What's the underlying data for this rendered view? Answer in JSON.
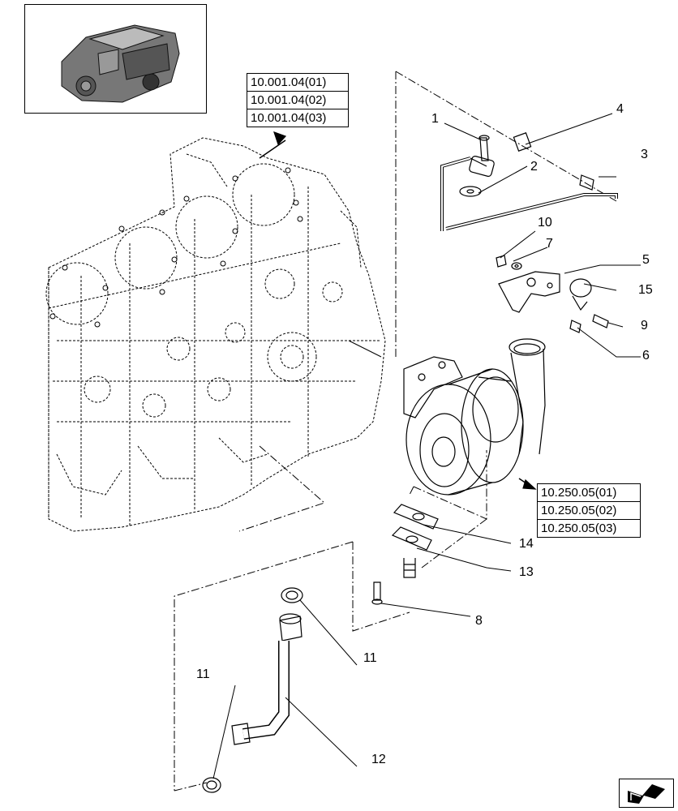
{
  "engine_refs": [
    "10.001.04(01)",
    "10.001.04(02)",
    "10.001.04(03)"
  ],
  "turbo_refs": [
    "10.250.05(01)",
    "10.250.05(02)",
    "10.250.05(03)"
  ],
  "callouts": {
    "c1": "1",
    "c2": "2",
    "c3": "3",
    "c4": "4",
    "c5": "5",
    "c6": "6",
    "c7": "7",
    "c8": "8",
    "c9": "9",
    "c10": "10",
    "c11a": "11",
    "c11b": "11",
    "c12": "12",
    "c13": "13",
    "c14": "14",
    "c15": "15"
  },
  "icons": {
    "thumbnail": "engine-thumbnail-icon",
    "nav": "next-page-arrow-icon"
  }
}
